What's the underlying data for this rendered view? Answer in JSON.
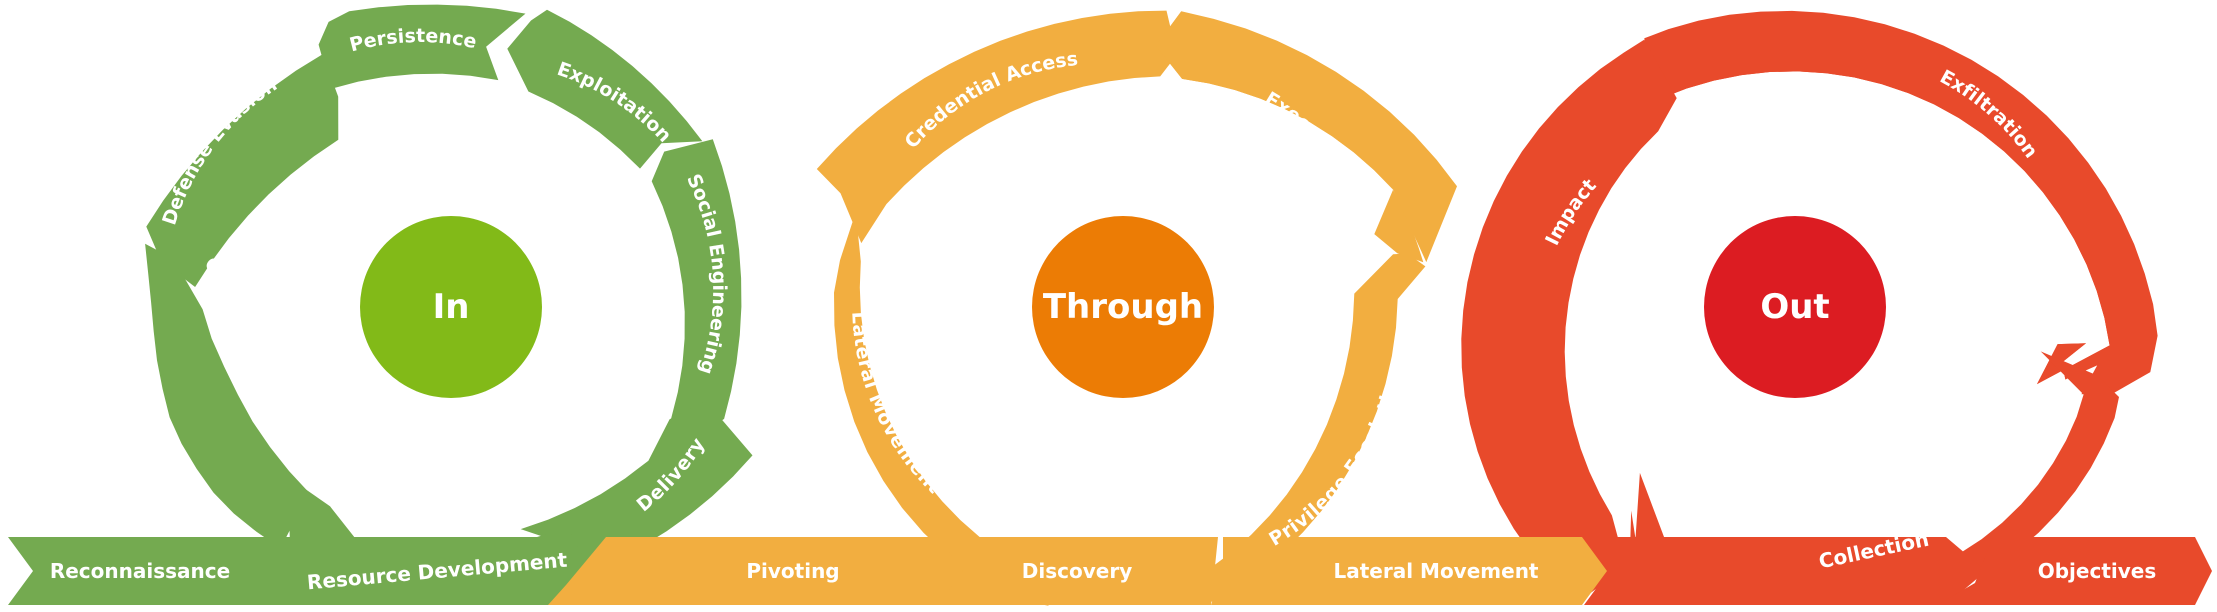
{
  "colors": {
    "in_ring": "#74aa50",
    "in_hub": "#82ba18",
    "through_ring": "#f2ae40",
    "through_hub": "#ec7c05",
    "out_ring": "#e84a2b",
    "out_hub": "#dc1c22",
    "background": "#ffffff",
    "text": "#ffffff"
  },
  "phases": [
    {
      "hub": "In",
      "segments": [
        "Persistence",
        "Exploitation",
        "Social Engineering",
        "Delivery",
        "Command & Control",
        "Defense Evasion"
      ]
    },
    {
      "hub": "Through",
      "segments": [
        "Credential Access",
        "Execution",
        "Privilege Escalation",
        "Lateral Movement"
      ]
    },
    {
      "hub": "Out",
      "segments": [
        "Exfiltration",
        "Impact"
      ]
    }
  ],
  "band": [
    "Reconnaissance",
    "Resource Development",
    "Pivoting",
    "Discovery",
    "Lateral Movement",
    "Collection",
    "Objectives"
  ]
}
